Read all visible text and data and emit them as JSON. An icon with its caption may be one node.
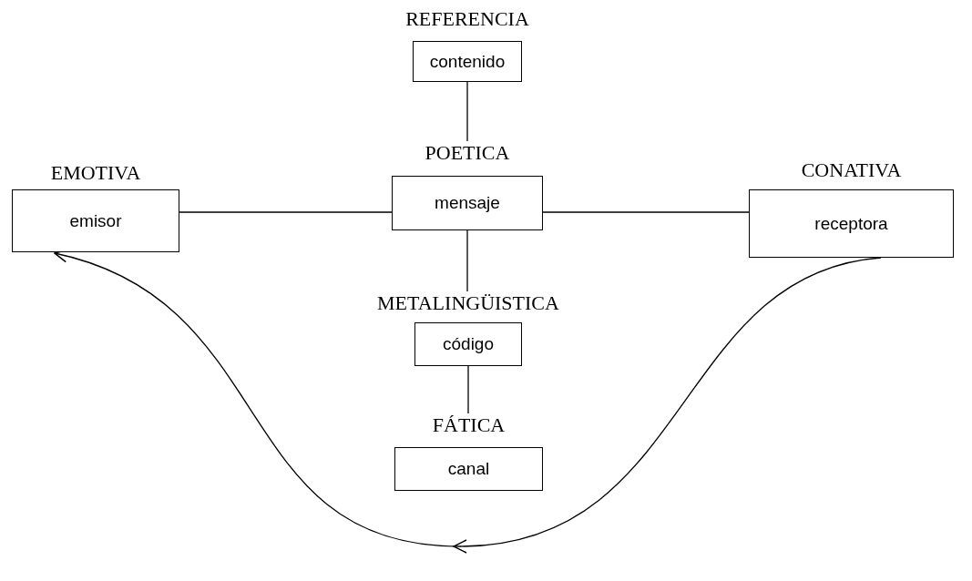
{
  "diagram": {
    "nodes": [
      {
        "text": [
          "REFERENCIA",
          "contenido"
        ]
      },
      {
        "text": [
          "EMOTIVA",
          "emisor"
        ]
      },
      {
        "text": [
          "POETICA",
          "mensaje"
        ]
      },
      {
        "text": [
          "CONATIVA",
          "receptora"
        ]
      },
      {
        "text": [
          "METALINGÜISTICA",
          "código"
        ]
      },
      {
        "text": [
          "FÁTICA",
          "canal"
        ]
      }
    ],
    "edges": [
      {
        "from": 0,
        "to": 2,
        "arrow": "none"
      },
      {
        "from": 1,
        "to": 2,
        "arrow": "none"
      },
      {
        "from": 2,
        "to": 3,
        "arrow": "none"
      },
      {
        "from": 2,
        "to": 4,
        "arrow": "none"
      },
      {
        "from": 4,
        "to": 5,
        "arrow": "none"
      },
      {
        "from": 3,
        "to": 1,
        "arrow": "to"
      }
    ]
  }
}
